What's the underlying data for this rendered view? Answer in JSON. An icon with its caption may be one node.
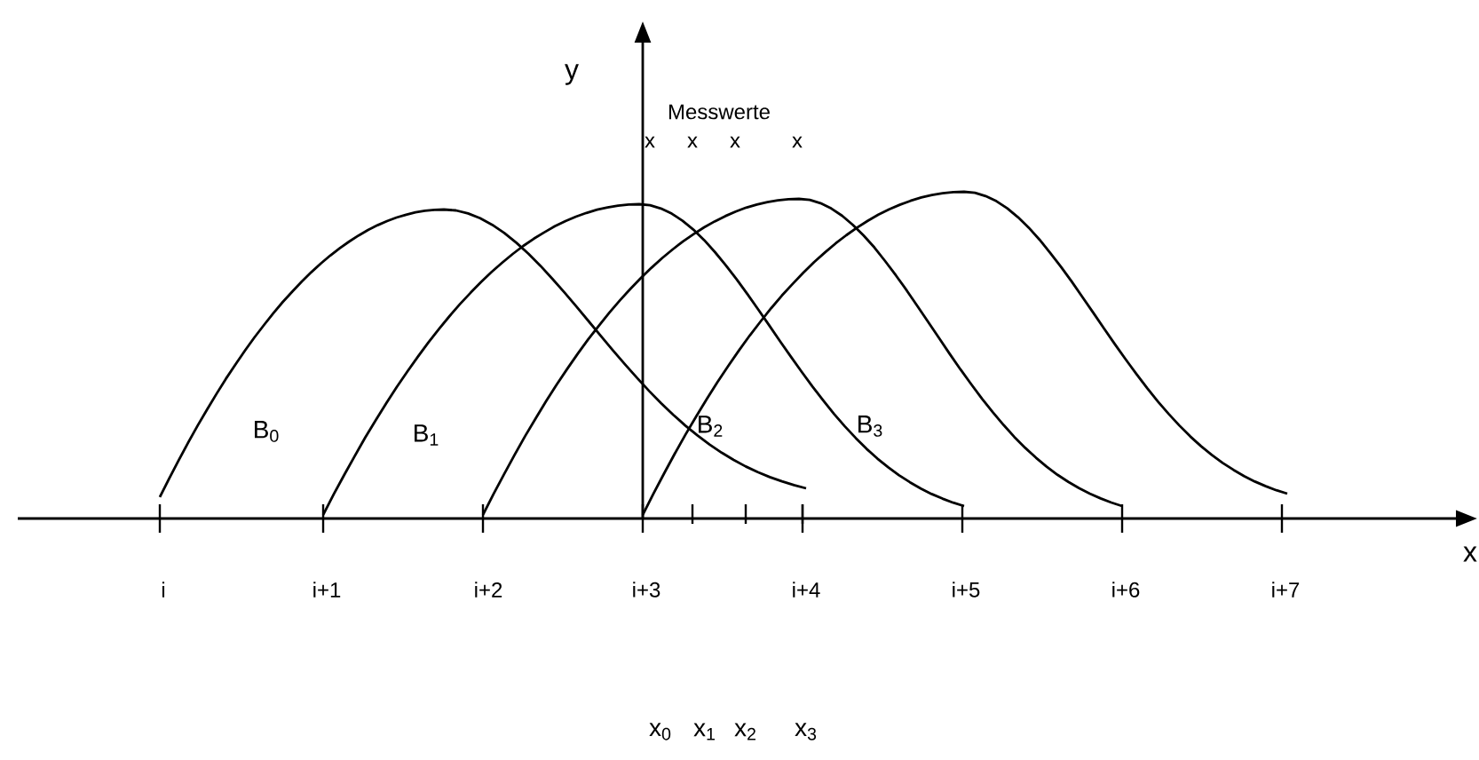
{
  "diagram": {
    "labels": [
      "y",
      "Messwerte",
      "x",
      "x",
      "x",
      "x",
      "B$_{0}$",
      "B$_{1}$",
      "B$_{2}$",
      "B$_{3}$",
      "x",
      "i",
      "i+1",
      "i+2",
      "i+3",
      "i+4",
      "i+5",
      "i+6",
      "i+7",
      "x$_{0}$",
      "x$_{1}$",
      "x$_{2}$",
      "x$_{3}$"
    ]
  }
}
